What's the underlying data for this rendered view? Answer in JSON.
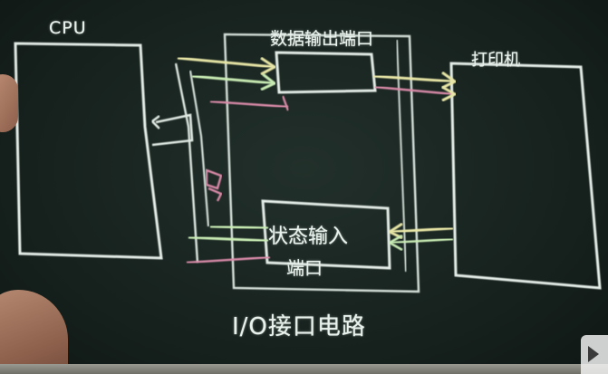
{
  "labels": {
    "cpu": "CPU",
    "data_output_port": "数据输出端口",
    "printer": "打印机",
    "status_input_line1": "状态输入",
    "status_input_line2": "端口",
    "io_interface": "I/O接口电路"
  },
  "colors": {
    "chalk_white": "#e9f1ec",
    "chalk_yellow": "#e8e6a6",
    "chalk_green": "#c9ecb4",
    "chalk_pink": "#d98aa8",
    "board": "#1b2622"
  }
}
